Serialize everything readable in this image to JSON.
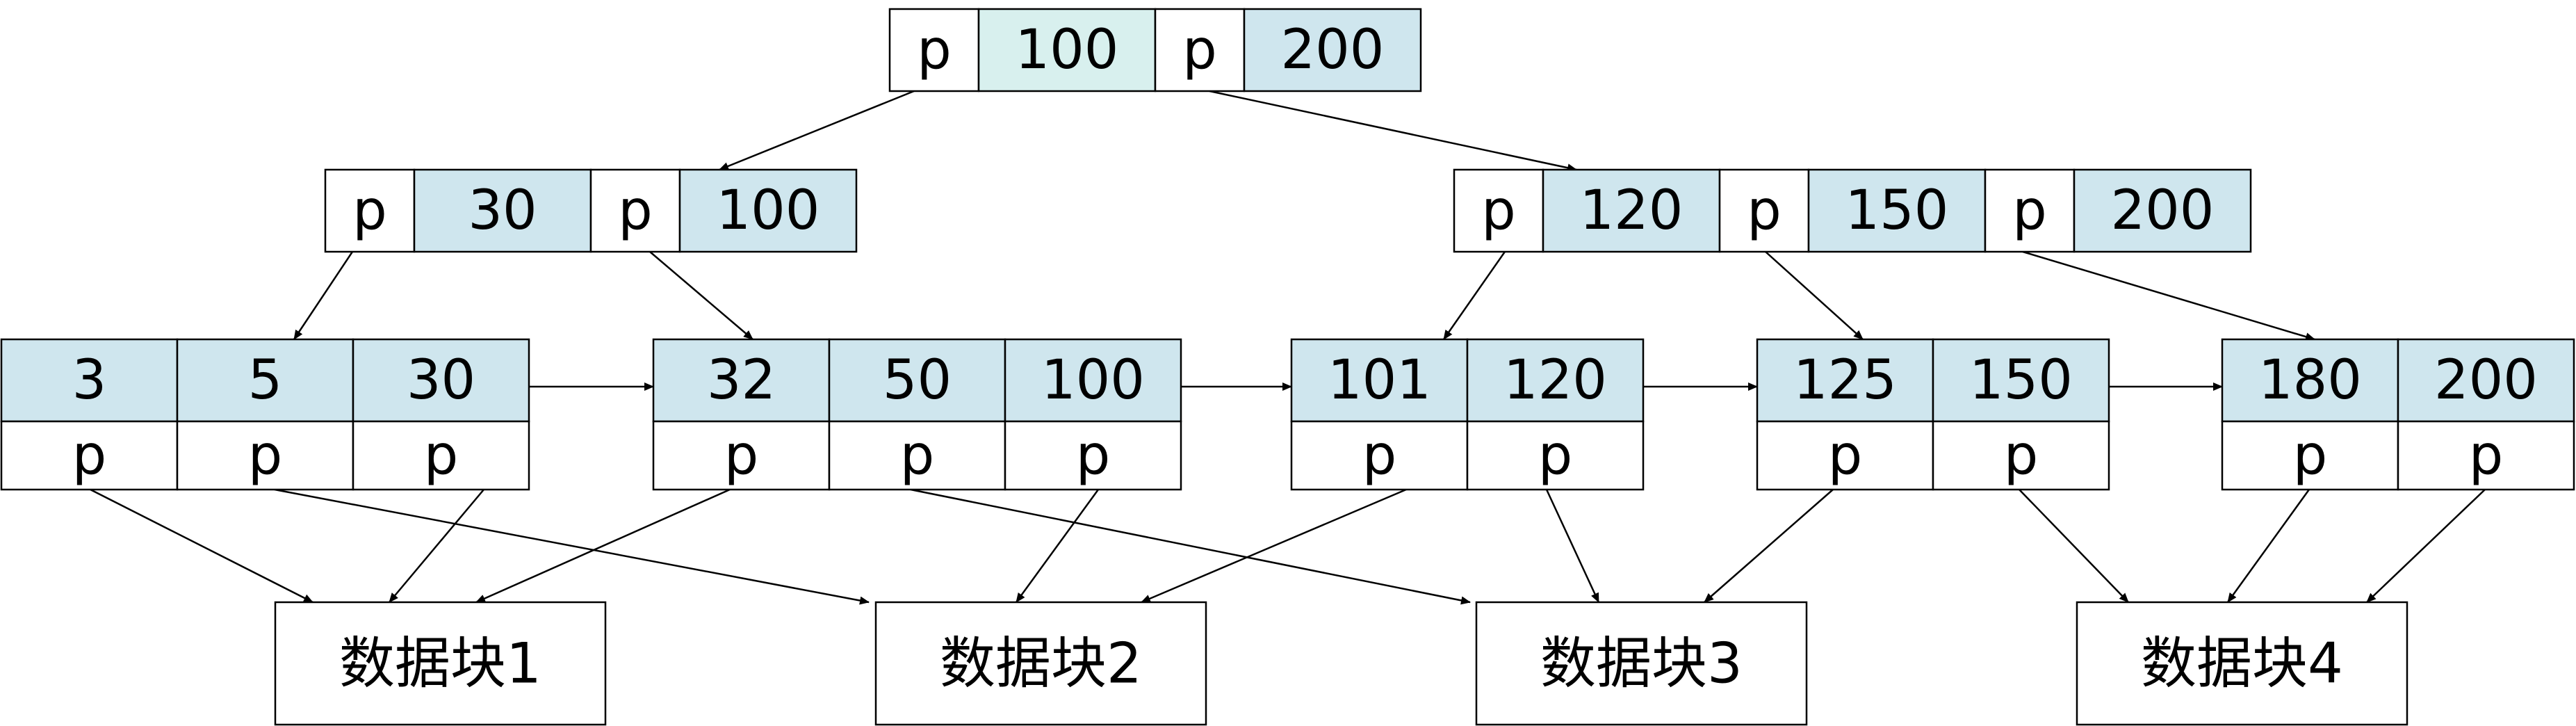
{
  "colors": {
    "key_fill": "#cfe6ee",
    "root_first_key_fill": "#d8f0ee",
    "pointer_fill": "#ffffff",
    "stroke": "#000000",
    "text": "#000000"
  },
  "root": {
    "cells": [
      "p",
      "100",
      "p",
      "200"
    ]
  },
  "internal_nodes": [
    {
      "cells": [
        "p",
        "30",
        "p",
        "100"
      ]
    },
    {
      "cells": [
        "p",
        "120",
        "p",
        "150",
        "p",
        "200"
      ]
    }
  ],
  "leaf_nodes": [
    {
      "keys": [
        "3",
        "5",
        "30"
      ],
      "pointers": [
        "p",
        "p",
        "p"
      ]
    },
    {
      "keys": [
        "32",
        "50",
        "100"
      ],
      "pointers": [
        "p",
        "p",
        "p"
      ]
    },
    {
      "keys": [
        "101",
        "120"
      ],
      "pointers": [
        "p",
        "p"
      ]
    },
    {
      "keys": [
        "125",
        "150"
      ],
      "pointers": [
        "p",
        "p"
      ]
    },
    {
      "keys": [
        "180",
        "200"
      ],
      "pointers": [
        "p",
        "p"
      ]
    }
  ],
  "data_blocks": [
    {
      "label": "数据块1"
    },
    {
      "label": "数据块2"
    },
    {
      "label": "数据块3"
    },
    {
      "label": "数据块4"
    }
  ]
}
